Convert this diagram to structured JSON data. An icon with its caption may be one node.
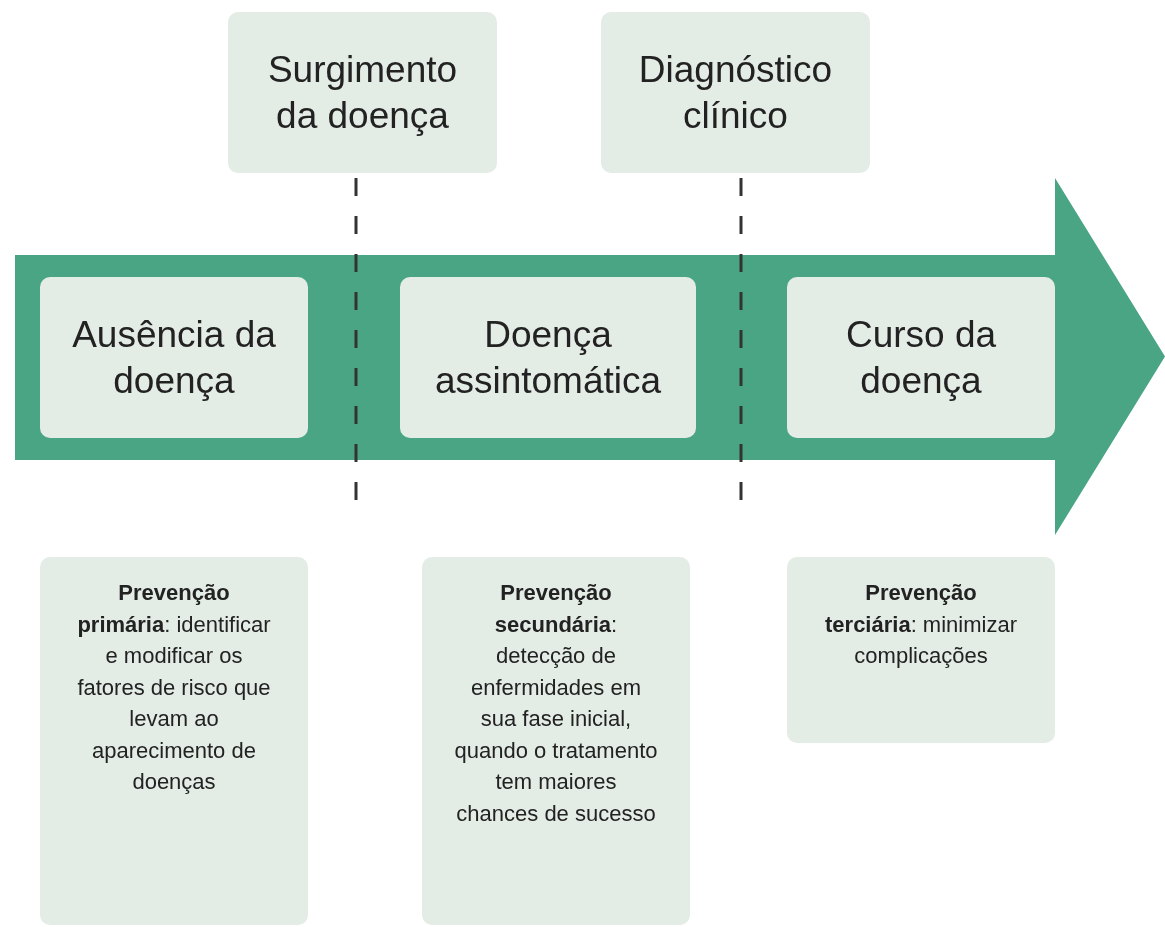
{
  "diagram": {
    "nodes": [
      {
        "text": [
          "Surgimento da doença"
        ]
      },
      {
        "text": [
          "Diagnóstico clínico"
        ]
      },
      {
        "text": [],
        "shape": "arrow"
      },
      {
        "text": [
          "Ausência da doença"
        ],
        "in": 2
      },
      {
        "text": [
          "Doença assintomática"
        ],
        "in": 2
      },
      {
        "text": [
          "Curso da doença"
        ],
        "in": 2
      },
      {
        "text": [
          "**Prevenção primária**: identificar e modificar os fatores de risco que levam ao aparecimento de doenças"
        ]
      },
      {
        "text": [
          "**Prevenção secundária**: detecção de enfermidades em sua fase inicial, quando o tratamento tem maiores chances de sucesso"
        ]
      },
      {
        "text": [
          "**Prevenção terciária**: minimizar complicações"
        ]
      }
    ],
    "edges": []
  }
}
